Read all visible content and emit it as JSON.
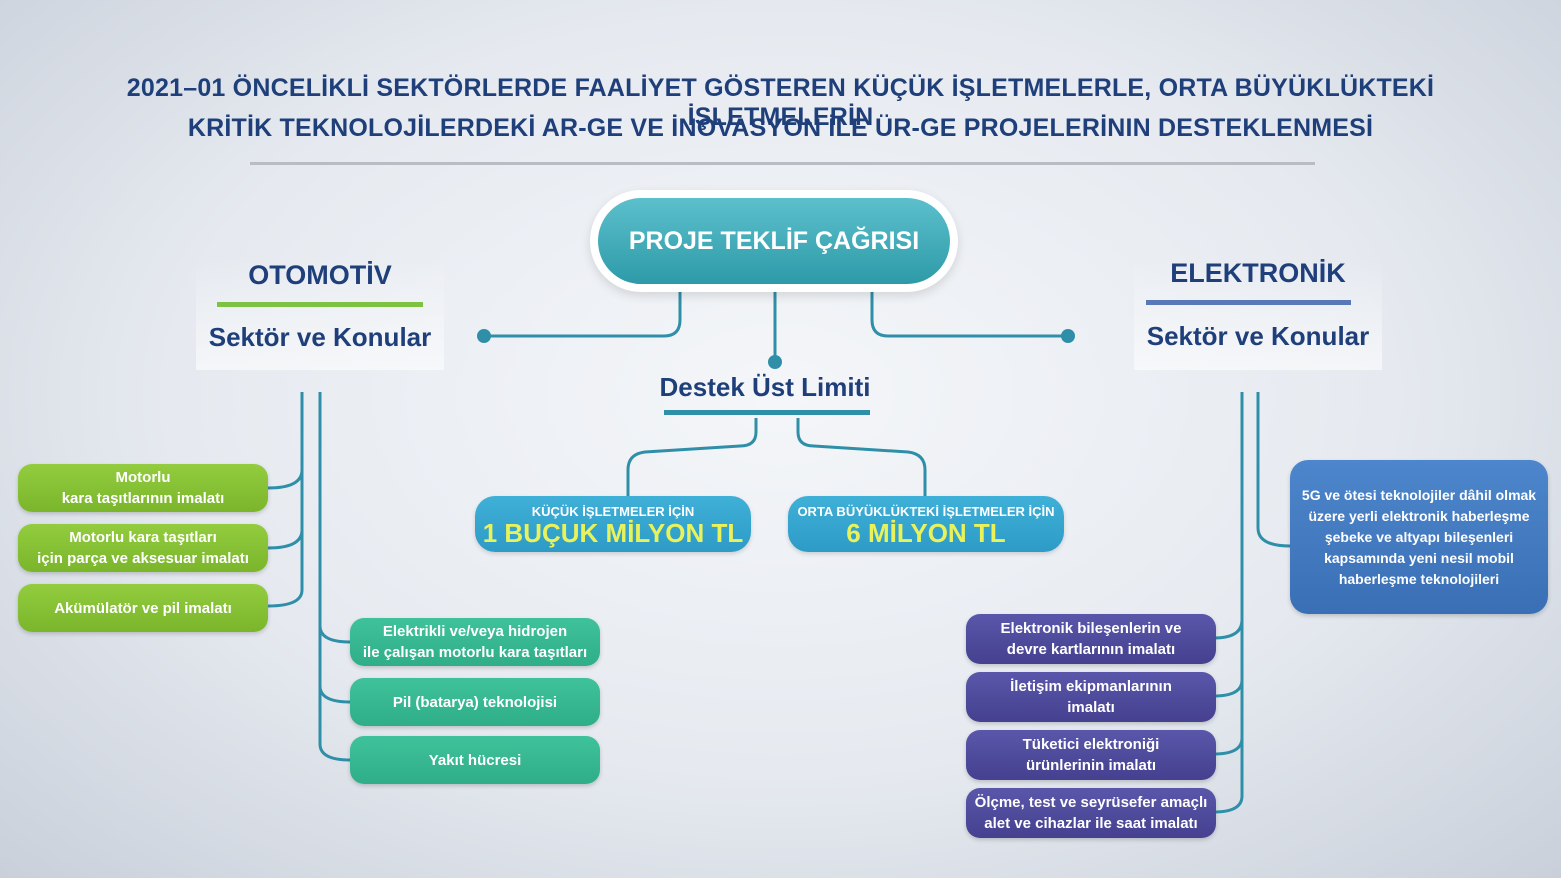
{
  "title": {
    "line1": "2021–01 ÖNCELİKLİ SEKTÖRLERDE FAALİYET GÖSTEREN KÜÇÜK İŞLETMELERLE, ORTA BÜYÜKLÜKTEKİ İŞLETMELERİN",
    "line2": "KRİTİK TEKNOLOJİLERDEKİ AR-GE VE İNOVASYON İLE ÜR-GE PROJELERİNIN DESTEKLENMESİ"
  },
  "center": {
    "label": "PROJE TEKLİF ÇAĞRISI"
  },
  "limit": {
    "title": "Destek Üst Limiti",
    "small_biz": {
      "label": "KÜÇÜK İŞLETMELER İÇİN",
      "amount": "1 BUÇUK MİLYON TL"
    },
    "medium_biz": {
      "label": "ORTA BÜYÜKLÜKTEKİ İŞLETMELER İÇİN",
      "amount": "6 MİLYON TL"
    }
  },
  "automotive": {
    "heading": "OTOMOTİV",
    "sub": "Sektör ve Konular",
    "green_items": [
      {
        "l1": "Motorlu",
        "l2": "kara taşıtlarının imalatı"
      },
      {
        "l1": "Motorlu kara taşıtları",
        "l2": "için parça ve aksesuar imalatı"
      },
      {
        "l1": "Akümülatör ve pil imalatı"
      }
    ],
    "teal_items": [
      {
        "l1": "Elektrikli ve/veya hidrojen",
        "l2": "ile çalışan motorlu kara taşıtları"
      },
      {
        "l1": "Pil (batarya) teknolojisi"
      },
      {
        "l1": "Yakıt hücresi"
      }
    ]
  },
  "electronics": {
    "heading": "ELEKTRONİK",
    "sub": "Sektör ve Konular",
    "blue_item": {
      "l1": "5G ve ötesi teknolojiler dâhil olmak",
      "l2": "üzere yerli elektronik haberleşme",
      "l3": "şebeke ve altyapı bileşenleri",
      "l4": "kapsamında yeni nesil mobil",
      "l5": "haberleşme teknolojileri"
    },
    "purple_items": [
      {
        "l1": "Elektronik bileşenlerin ve",
        "l2": "devre kartlarının imalatı"
      },
      {
        "l1": "İletişim ekipmanlarının",
        "l2": "imalatı"
      },
      {
        "l1": "Tüketici elektroniği",
        "l2": "ürünlerinin imalatı"
      },
      {
        "l1": "Ölçme, test ve seyrüsefer amaçlı",
        "l2": "alet ve cihazlar ile saat imalatı"
      }
    ]
  },
  "colors": {
    "navy": "#1f3f7a",
    "line": "#2f8fa8",
    "green": "#7dc242",
    "teal": "#33b08c",
    "purple": "#4b4797",
    "blue": "#3f76bd"
  }
}
